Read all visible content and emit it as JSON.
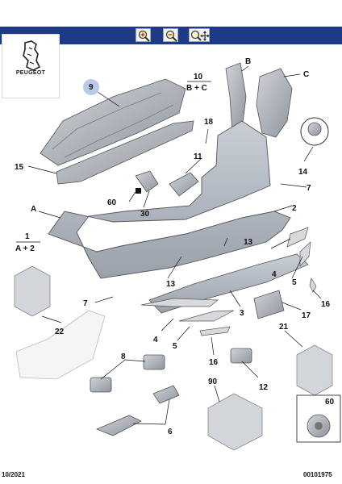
{
  "brand": {
    "name": "PEUGEOT",
    "logo_icon": "peugeot-lion-icon"
  },
  "toolbar": {
    "buttons": [
      {
        "name": "zoom-in",
        "icon": "zoom-in-icon"
      },
      {
        "name": "zoom-out",
        "icon": "zoom-out-icon"
      },
      {
        "name": "zoom-pan",
        "icon": "zoom-pan-icon"
      }
    ],
    "background": "#1d3a86"
  },
  "callouts": {
    "c9": "9",
    "cB": "B",
    "cC": "C",
    "c10_top": "10",
    "c10_bottom": "B + C",
    "c18": "18",
    "c14": "14",
    "c15": "15",
    "c11": "11",
    "c7a": "7",
    "c60": "60",
    "c30": "30",
    "cA": "A",
    "c2": "2",
    "c1_top": "1",
    "c1_bottom": "A + 2",
    "c13a": "13",
    "c13b": "13",
    "c4a": "4",
    "c5a": "5",
    "c16a": "16",
    "c7b": "7",
    "c3": "3",
    "c17": "17",
    "c22": "22",
    "c4b": "4",
    "c5b": "5",
    "c21": "21",
    "c8": "8",
    "c16b": "16",
    "c12": "12",
    "c90": "90",
    "c6": "6",
    "c60_inset": "60"
  },
  "footer": {
    "date": "10/2021",
    "code": "00101975"
  },
  "colors": {
    "bumper": "#b4bac3",
    "bumper_dark": "#8c939d",
    "highlight_circle": "#b9cbe8",
    "kit_box": "#d2d5da"
  }
}
